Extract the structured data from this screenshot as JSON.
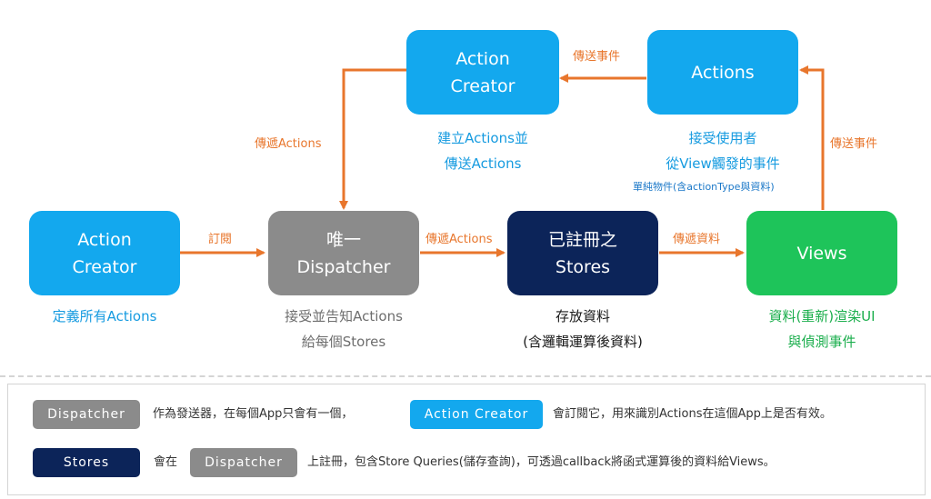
{
  "nodes": {
    "action_creator_top": {
      "line1": "Action",
      "line2": "Creator",
      "caption1": "建立Actions並",
      "caption2": "傳送Actions"
    },
    "actions": {
      "label": "Actions",
      "caption1": "接受使用者",
      "caption2": "從View觸發的事件",
      "note": "單純物件(含actionType與資料)"
    },
    "action_creator_left": {
      "line1": "Action",
      "line2": "Creator",
      "caption1": "定義所有Actions"
    },
    "dispatcher": {
      "line1": "唯一",
      "line2": "Dispatcher",
      "caption1": "接受並告知Actions",
      "caption2": "給每個Stores"
    },
    "stores": {
      "line1": "已註冊之",
      "line2": "Stores",
      "caption1": "存放資料",
      "caption2": "(含邏輯運算後資料)"
    },
    "views": {
      "label": "Views",
      "caption1": "資料(重新)渲染UI",
      "caption2": "與偵測事件"
    }
  },
  "edges": {
    "actions_to_creator": "傳送事件",
    "creator_to_dispatcher": "傳遞Actions",
    "views_to_actions": "傳送事件",
    "left_creator_to_dispatcher": "訂閱",
    "dispatcher_to_stores": "傳遞Actions",
    "stores_to_views": "傳遞資料"
  },
  "legend": {
    "row1": {
      "chip1": "Dispatcher",
      "text1": "作為發送器，在每個App只會有一個，",
      "chip2": "Action Creator",
      "text2": "會訂閱它，用來識別Actions在這個App上是否有效。"
    },
    "row2": {
      "chip1": "Stores",
      "text1": "會在",
      "chip2": "Dispatcher",
      "text2": "上註冊，包含Store Queries(儲存查詢)，可透過callback將函式運算後的資料給Views。"
    }
  },
  "colors": {
    "blue": "#13a8ee",
    "gray": "#8b8b8b",
    "navy": "#0c2459",
    "green": "#1ec45a",
    "arrow": "#e8762c"
  }
}
